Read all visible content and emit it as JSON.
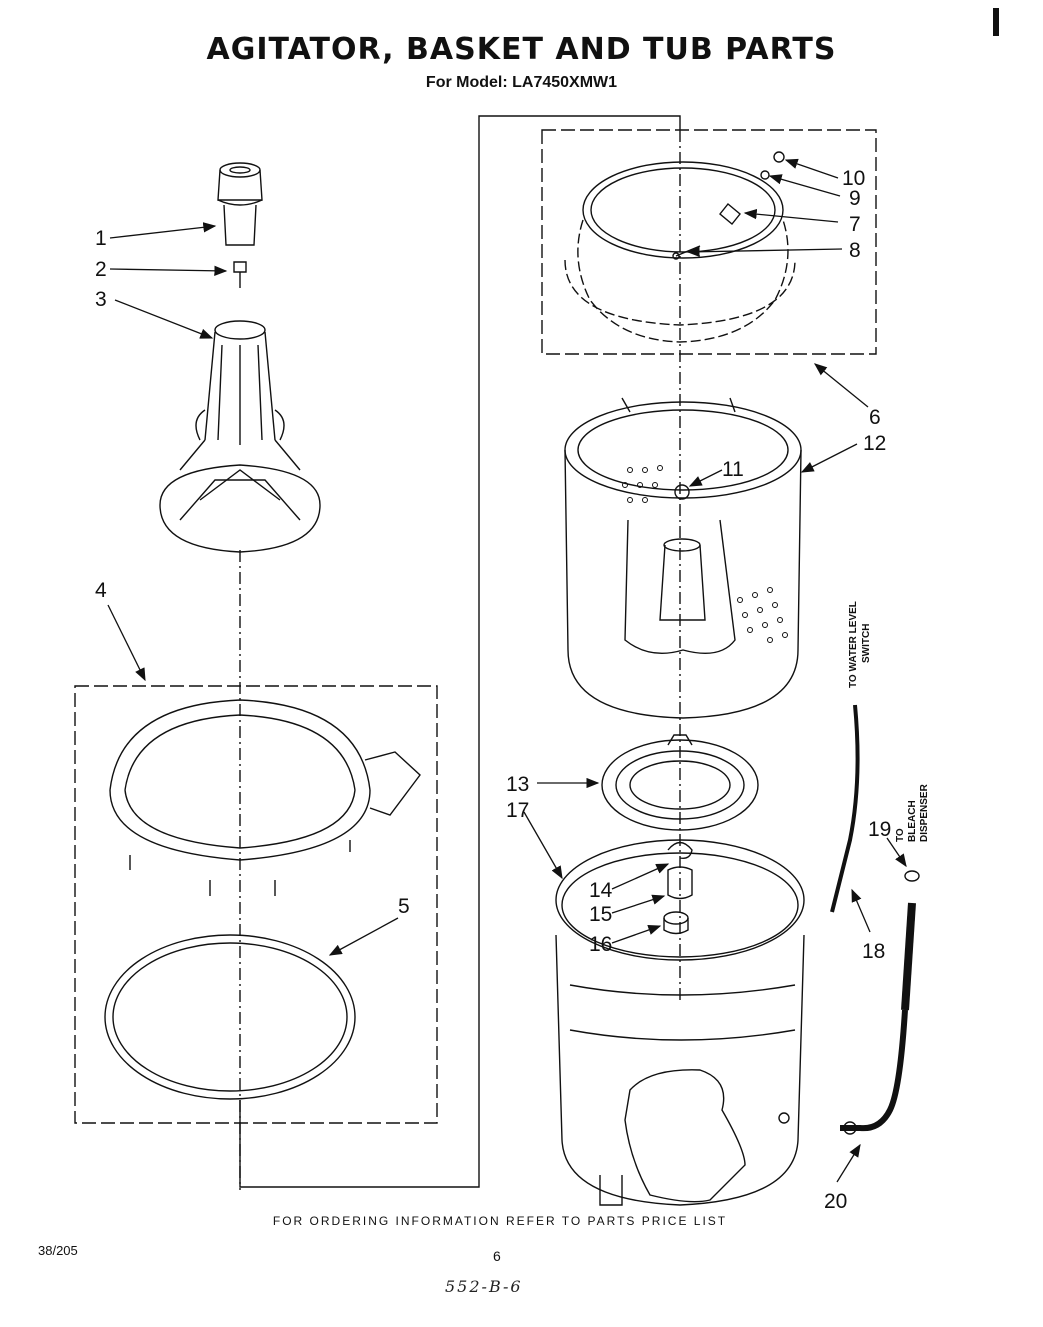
{
  "header": {
    "title": "AGITATOR, BASKET AND TUB PARTS",
    "subtitle": "For Model: LA7450XMW1"
  },
  "callouts": {
    "c1": "1",
    "c2": "2",
    "c3": "3",
    "c4": "4",
    "c5": "5",
    "c6": "6",
    "c7": "7",
    "c8": "8",
    "c9": "9",
    "c10": "10",
    "c11": "11",
    "c12": "12",
    "c13": "13",
    "c14": "14",
    "c15": "15",
    "c16": "16",
    "c17": "17",
    "c18": "18",
    "c19": "19",
    "c20": "20"
  },
  "hose_labels": {
    "water_level_line1": "TO WATER LEVEL",
    "water_level_line2": "SWITCH",
    "bleach_line1": "TO",
    "bleach_line2": "BLEACH",
    "bleach_line3": "DISPENSER"
  },
  "footer": {
    "ordering_note": "FOR ORDERING INFORMATION REFER TO PARTS PRICE LIST",
    "doc_code": "38/205",
    "page_number": "6",
    "handwritten_note": "552-B-6"
  }
}
